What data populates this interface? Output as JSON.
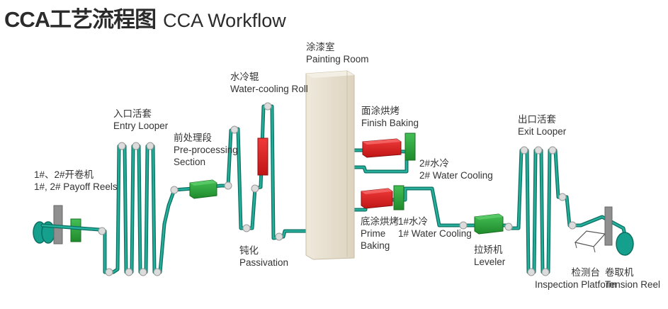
{
  "title": {
    "zh": "CCA工艺流程图",
    "en": "CCA Workflow"
  },
  "labels": {
    "payoff": {
      "zh": "1#、2#开卷机",
      "en": "1#, 2# Payoff Reels"
    },
    "entry": {
      "zh": "入口活套",
      "en": "Entry Looper"
    },
    "preproc": {
      "zh": "前处理段",
      "en": "Pre-processing",
      "en2": "Section"
    },
    "watercool": {
      "zh": "水冷辊",
      "en": "Water-cooling Roll"
    },
    "passivation": {
      "zh": "钝化",
      "en": "Passivation"
    },
    "painting": {
      "zh": "涂漆室",
      "en": "Painting Room"
    },
    "finish": {
      "zh": "面涂烘烤",
      "en": "Finish Baking"
    },
    "cool2": {
      "zh": "2#水冷",
      "en": "2# Water Cooling"
    },
    "prime": {
      "zh": "底涂烘烤",
      "en": "Prime",
      "en2": "Baking"
    },
    "cool1": {
      "zh": "1#水冷",
      "en": "1# Water Cooling"
    },
    "leveler": {
      "zh": "拉矫机",
      "en": "Leveler"
    },
    "exit": {
      "zh": "出口活套",
      "en": "Exit Looper"
    },
    "inspection": {
      "zh": "检测台",
      "en": "Inspection Platform"
    },
    "tension": {
      "zh": "卷取机",
      "en": "Tension Reel"
    }
  },
  "colors": {
    "strip": "#1a9a88",
    "strip_dark": "#0c6f62",
    "box_green": "#2aa83a",
    "box_red": "#e02020",
    "roll": "#d8d8d8",
    "painting_room": "#e4dccb",
    "reel": "#14a08c",
    "stand": "#8f8f8f"
  }
}
